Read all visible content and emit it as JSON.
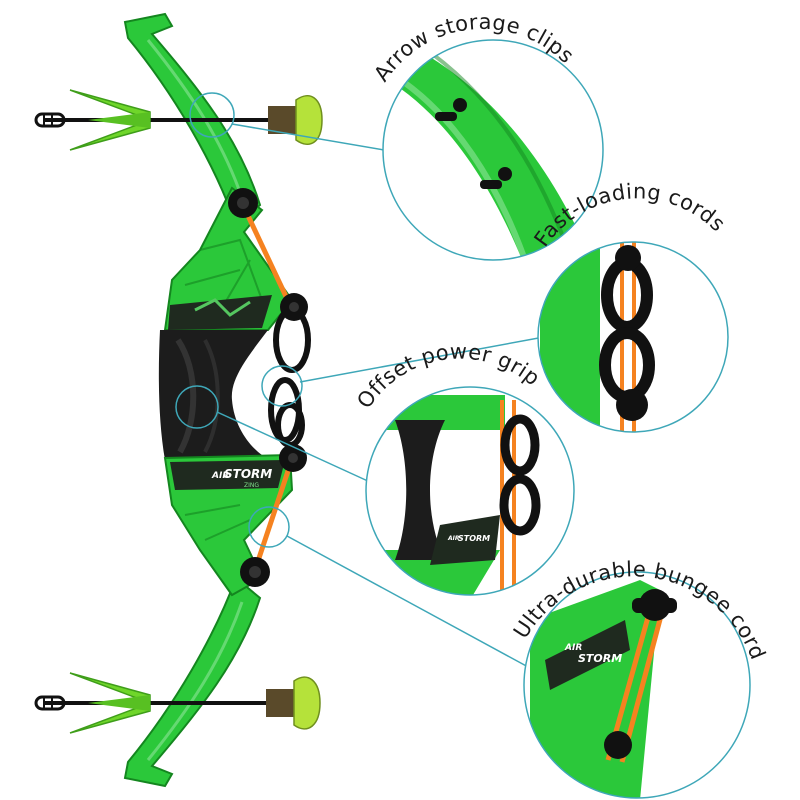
{
  "callouts": [
    {
      "id": "arrow-storage-clips",
      "label": "Arrow storage clips"
    },
    {
      "id": "fast-loading-cords",
      "label": "Fast-loading cords"
    },
    {
      "id": "offset-power-grip",
      "label": "Offset power grip"
    },
    {
      "id": "ultra-durable-bungee-cords",
      "label": "Ultra-durable bungee cords"
    }
  ],
  "product_text": {
    "brand_line1": "AIR",
    "brand_line2": "STORM",
    "maker": "ZING"
  },
  "colors": {
    "bow_green": "#2bc83a",
    "bow_dark_green": "#14861f",
    "grip_black": "#1c1c1c",
    "bungee_orange": "#f58220",
    "arrow_lime": "#6fd62a",
    "suction_cup_lime": "#b5e23a",
    "leader_line": "#3ea7b8",
    "callout_circle": "#3ea7b8"
  }
}
